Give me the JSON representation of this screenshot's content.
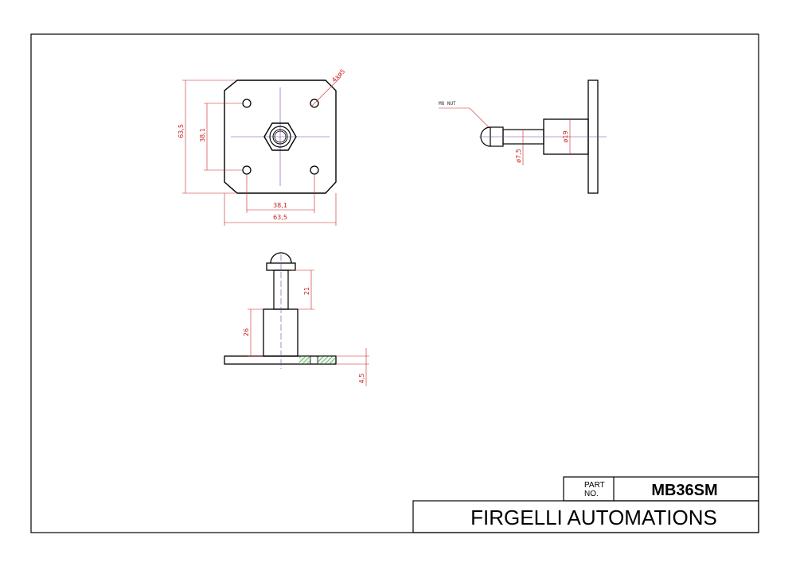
{
  "title_block": {
    "part_label_line1": "PART",
    "part_label_line2": "NO.",
    "part_number": "MB36SM",
    "company": "FIRGELLI AUTOMATIONS"
  },
  "dimensions": {
    "plate_height": "63,5",
    "plate_width": "63,5",
    "hole_spacing_vertical": "38,1",
    "hole_spacing_horizontal": "38,1",
    "hole_callout": "4xø5",
    "stud_length": "21",
    "boss_height": "26",
    "plate_thickness": "4,5",
    "stud_diameter": "ø7,5",
    "boss_diameter": "ø19"
  },
  "notes": {
    "nut_callout": "M8 NUT"
  },
  "colors": {
    "dimension": "#cc2222",
    "centerline": "#7a3fb0",
    "section_hatch": "#2e8b2e",
    "outline": "#000000"
  }
}
